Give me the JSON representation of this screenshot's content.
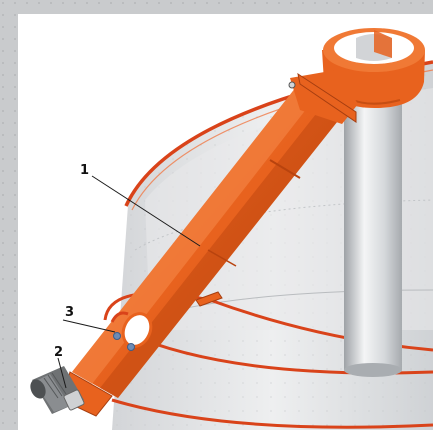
{
  "diagram": {
    "callouts": [
      {
        "label": "1",
        "part": "auger-tube"
      },
      {
        "label": "2",
        "part": "drive-motor"
      },
      {
        "label": "3",
        "part": "inlet-hopper-clamp"
      }
    ],
    "colors": {
      "auger": "#e8621e",
      "auger_dark": "#b8430e",
      "silo_rim": "#d9431a",
      "background": "#c9cbcd",
      "panel": "#ffffff",
      "silo_shell": "#e6e7e8",
      "leader": "#1a1a1a"
    }
  }
}
